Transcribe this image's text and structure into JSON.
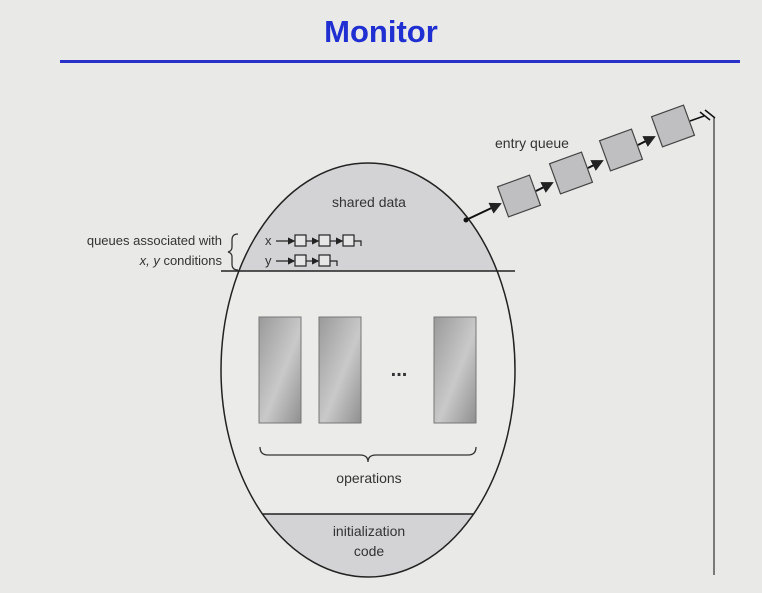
{
  "slide": {
    "title": "Monitor"
  },
  "diagram": {
    "entry_queue_label": "entry queue",
    "shared_data_label": "shared data",
    "condition_queues_label_line1": "queues associated with",
    "condition_queues_label_line2_a": "x, ",
    "condition_queues_label_line2_b": "y",
    "condition_queues_label_line2_c": " conditions",
    "condition_x_label": "x",
    "condition_y_label": "y",
    "ellipsis": "...",
    "operations_label": "operations",
    "init_line1": "initialization",
    "init_line2": "code"
  }
}
